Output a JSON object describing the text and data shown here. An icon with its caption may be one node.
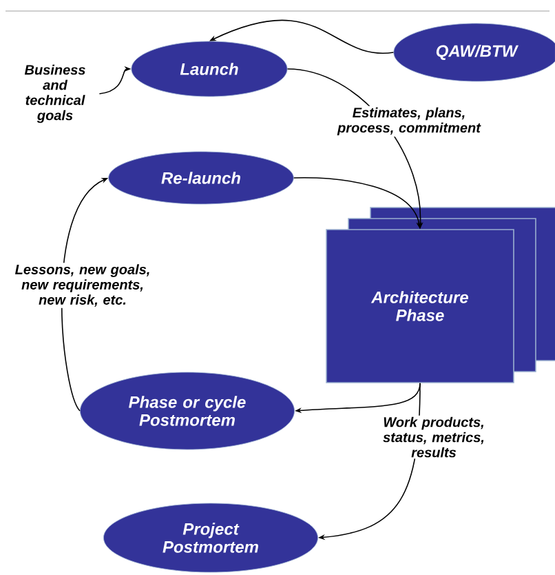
{
  "diagram": {
    "nodes": [
      {
        "text": [
          "Launch"
        ]
      },
      {
        "text": [
          "QAW/BTW"
        ]
      },
      {
        "text": [
          "Re-launch"
        ]
      },
      {
        "text": [
          "Architecture Phase"
        ]
      },
      {
        "text": [
          "Phase or cycle Postmortem"
        ]
      },
      {
        "text": [
          "Project Postmortem"
        ]
      },
      {
        "text": [
          "Business and technical goals"
        ]
      }
    ],
    "edges": [
      {
        "from": 6,
        "to": 0,
        "arrow": "to"
      },
      {
        "from": 1,
        "to": 0,
        "arrow": "to"
      },
      {
        "from": 0,
        "to": 3,
        "arrow": "to",
        "label": "Estimates, plans, process, commitment"
      },
      {
        "from": 2,
        "to": 3,
        "arrow": "to"
      },
      {
        "from": 4,
        "to": 2,
        "arrow": "to",
        "label": "Lessons, new goals, new requirements, new risk, etc."
      },
      {
        "from": 3,
        "to": 4,
        "arrow": "to"
      },
      {
        "from": 3,
        "to": 5,
        "arrow": "to",
        "label": "Work products, status, metrics, results"
      }
    ]
  }
}
